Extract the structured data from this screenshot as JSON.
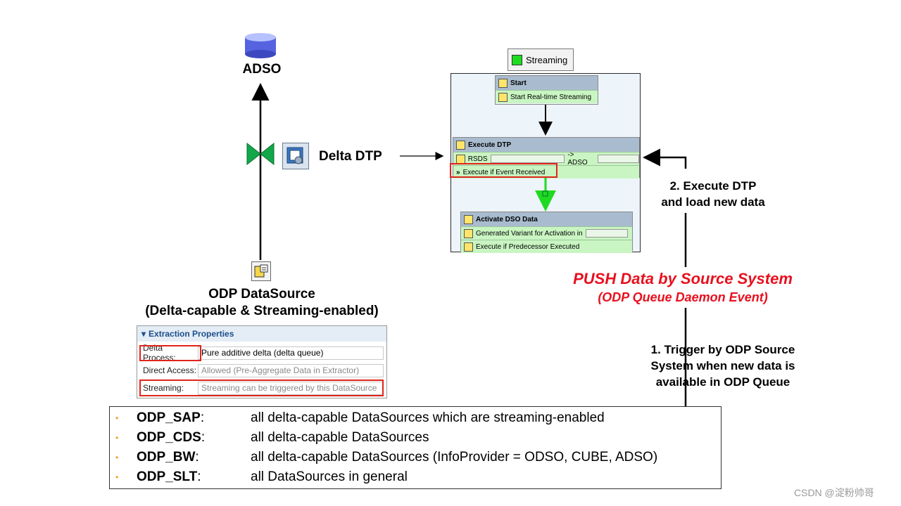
{
  "adso": {
    "label": "ADSO"
  },
  "dtp": {
    "label": "Delta DTP"
  },
  "datasource": {
    "line1": "ODP DataSource",
    "line2": "(Delta-capable & Streaming-enabled)"
  },
  "streaming_badge": {
    "label": "Streaming",
    "color": "#1edb21"
  },
  "process_chain": {
    "start": {
      "title": "Start",
      "row": "Start Real-time Streaming"
    },
    "execute": {
      "title": "Execute DTP",
      "rsds": "RSDS",
      "arrow_text": "-> ADSO",
      "event": "Execute if Event Received"
    },
    "activate": {
      "title": "Activate DSO Data",
      "row1": "Generated Variant for Activation in",
      "row2": "Execute if Predecessor Executed"
    }
  },
  "step2": {
    "line1": "2. Execute DTP",
    "line2": "and load new data"
  },
  "push": {
    "line1": "PUSH Data by Source System",
    "line2": "(ODP Queue Daemon Event)",
    "color": "#e8101e"
  },
  "step1": {
    "line1": "1. Trigger by ODP Source",
    "line2": "System when new data is",
    "line3": "available in ODP Queue"
  },
  "extraction_properties": {
    "header": "Extraction Properties",
    "rows": [
      {
        "key": "Delta Process:",
        "value": "Pure additive delta (delta queue)"
      },
      {
        "key": "Direct Access:",
        "value": "Allowed (Pre-Aggregate Data in Extractor)"
      },
      {
        "key": "Streaming:",
        "value": "Streaming can be triggered by this DataSource"
      }
    ]
  },
  "contexts": [
    {
      "name": "ODP_SAP",
      "desc": "all delta-capable DataSources which are streaming-enabled"
    },
    {
      "name": "ODP_CDS",
      "desc": "all delta-capable DataSources"
    },
    {
      "name": "ODP_BW",
      "desc": "all delta-capable DataSources (InfoProvider = ODSO, CUBE, ADSO)"
    },
    {
      "name": "ODP_SLT",
      "desc": "all DataSources in general"
    }
  ],
  "watermark": "CSDN @淀粉帅哥"
}
